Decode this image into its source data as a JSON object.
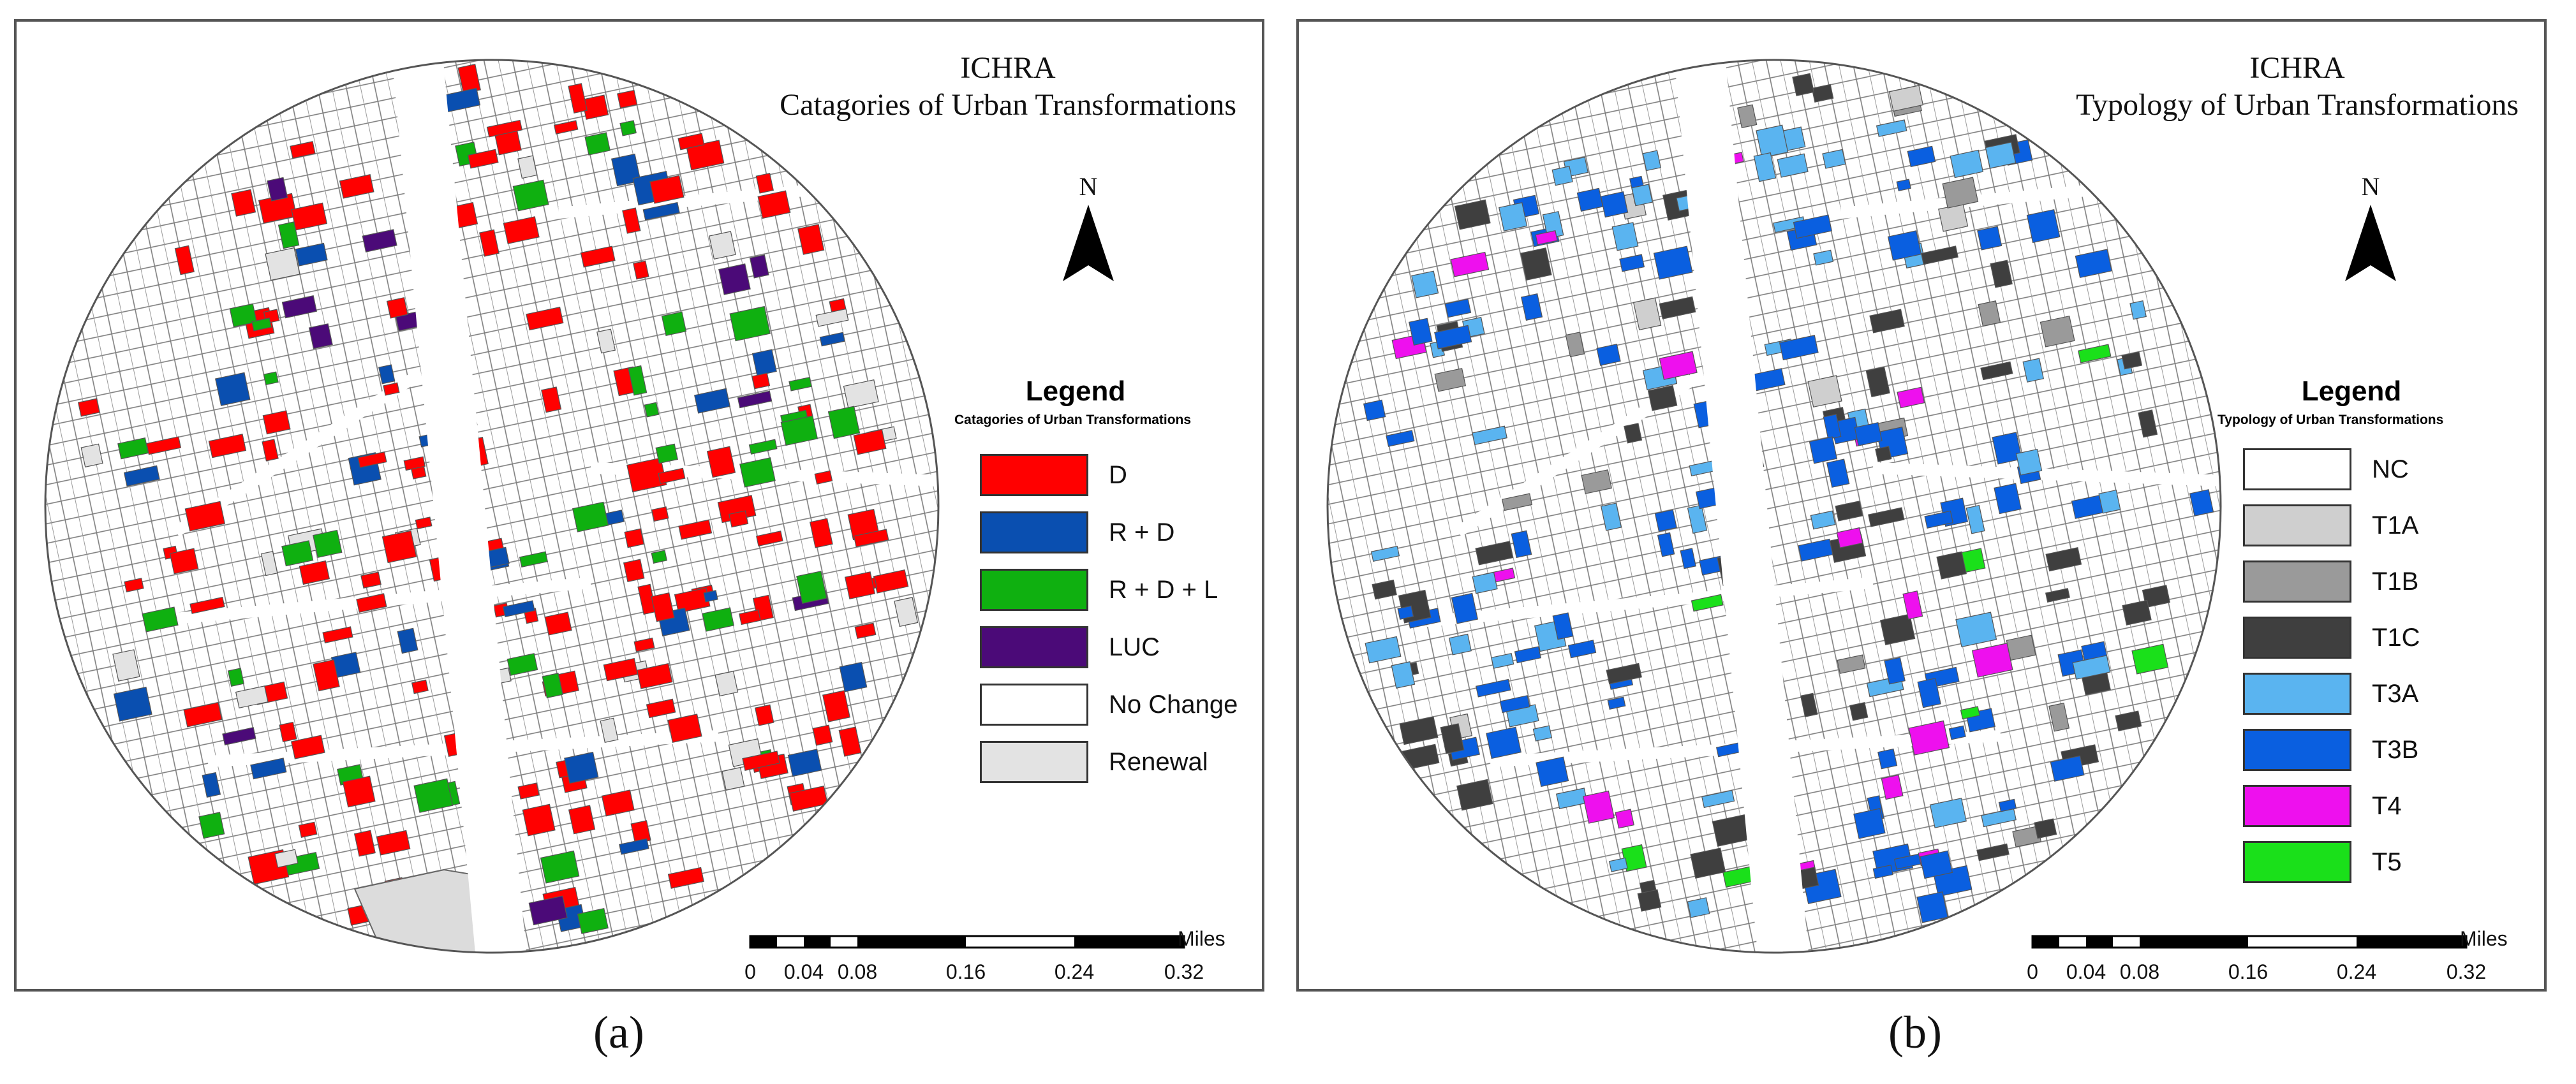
{
  "panels": [
    {
      "title_line1": "ICHRA",
      "title_line2": "Catagories  of Urban Transformations",
      "north_label": "N",
      "legend_title": "Legend",
      "legend_subtitle": "Catagories of Urban Transformations",
      "legend_items": [
        {
          "label": "D",
          "color": "#ff0000"
        },
        {
          "label": "R + D",
          "color": "#0a4fb0"
        },
        {
          "label": "R + D + L",
          "color": "#0fb010"
        },
        {
          "label": "LUC",
          "color": "#4b0a78"
        },
        {
          "label": "No Change",
          "color": "#ffffff"
        },
        {
          "label": "Renewal",
          "color": "#e3e3e3"
        }
      ],
      "scale": {
        "units": "Miles",
        "ticks": [
          "0",
          "0.04",
          "0.08",
          "0.16",
          "0.24",
          "0.32"
        ]
      },
      "caption": "(a)"
    },
    {
      "title_line1": "ICHRA",
      "title_line2": "Typology of Urban Transformations",
      "north_label": "N",
      "legend_title": "Legend",
      "legend_subtitle": "Typology of Urban Transformations",
      "legend_items": [
        {
          "label": "NC",
          "color": "#ffffff"
        },
        {
          "label": "T1A",
          "color": "#cfcfcf"
        },
        {
          "label": "T1B",
          "color": "#9a9a9a"
        },
        {
          "label": "T1C",
          "color": "#3f3f3f"
        },
        {
          "label": "T3A",
          "color": "#5ab4f0"
        },
        {
          "label": "T3B",
          "color": "#0a5fe0"
        },
        {
          "label": "T4",
          "color": "#ee10ee"
        },
        {
          "label": "T5",
          "color": "#1ae01a"
        }
      ],
      "scale": {
        "units": "Miles",
        "ticks": [
          "0",
          "0.04",
          "0.08",
          "0.16",
          "0.24",
          "0.32"
        ]
      },
      "caption": "(b)"
    }
  ]
}
